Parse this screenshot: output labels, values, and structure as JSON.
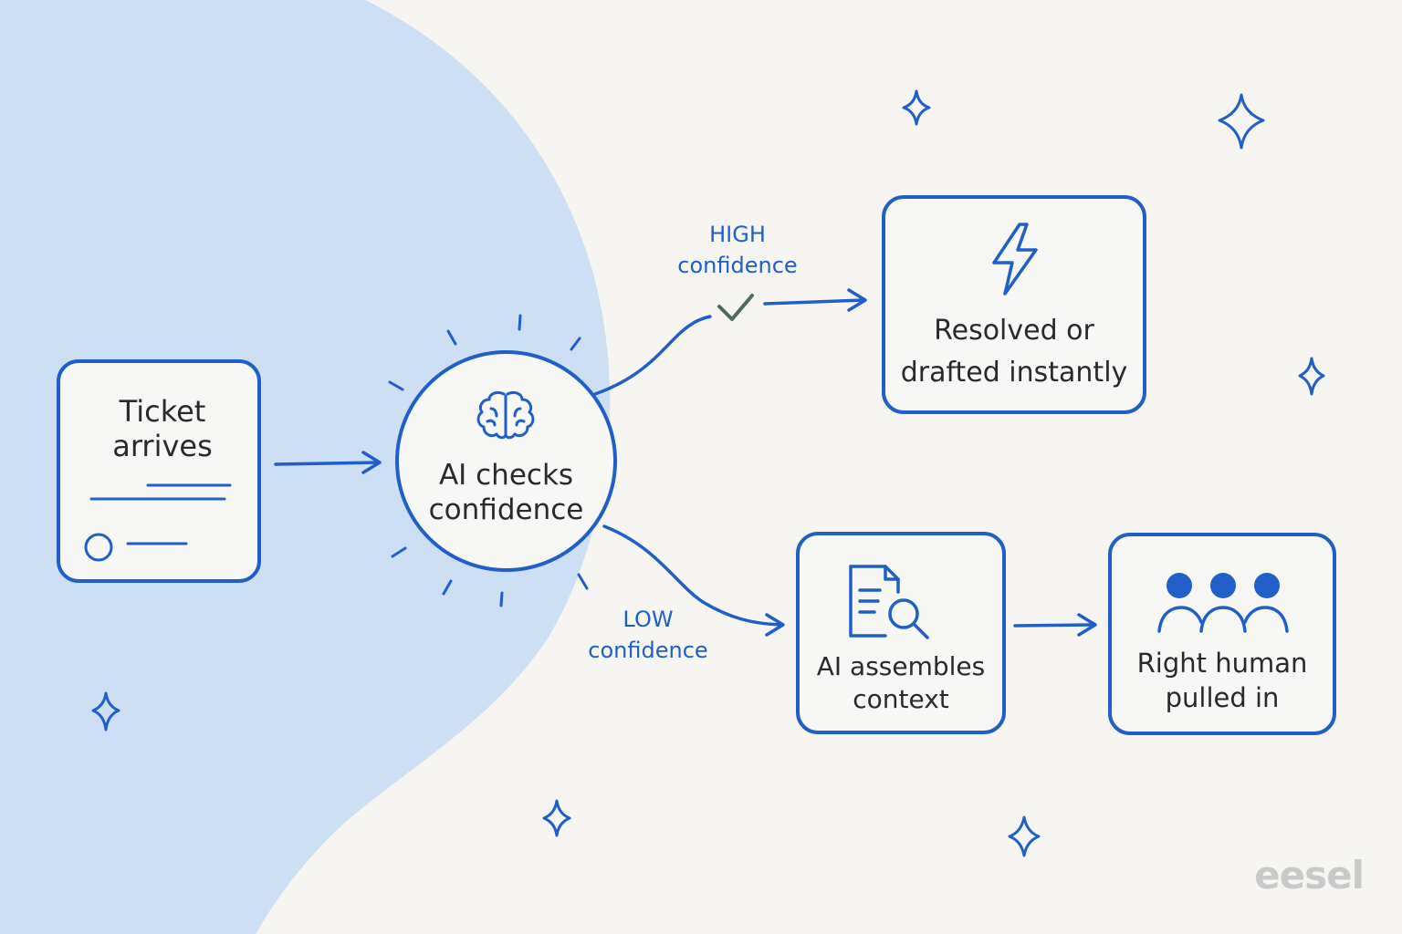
{
  "nodes": {
    "ticket": {
      "label_line1": "Ticket",
      "label_line2": "arrives"
    },
    "ai_check": {
      "label_line1": "AI checks",
      "label_line2": "confidence"
    },
    "resolved": {
      "label_line1": "Resolved or",
      "label_line2": "drafted instantly"
    },
    "assemble": {
      "label_line1": "AI assembles",
      "label_line2": "context"
    },
    "human": {
      "label_line1": "Right human",
      "label_line2": "pulled in"
    }
  },
  "branches": {
    "high": {
      "line1": "HIGH",
      "line2": "confidence"
    },
    "low": {
      "line1": "LOW",
      "line2": "confidence"
    }
  },
  "logo": {
    "text": "eesel"
  },
  "icons": {
    "ticket": "document-lines-icon",
    "ai_check": "brain-icon",
    "resolved": "lightning-bolt-icon",
    "assemble": "document-search-icon",
    "human": "people-group-icon",
    "high_branch": "checkmark-icon",
    "decoration": "sparkle-icon"
  },
  "colors": {
    "accent": "#1f5fc7",
    "background": "#f6f5f1",
    "left_blob": "#cddff4",
    "check": "#4f6b5a",
    "logo": "#c9c9c9"
  }
}
